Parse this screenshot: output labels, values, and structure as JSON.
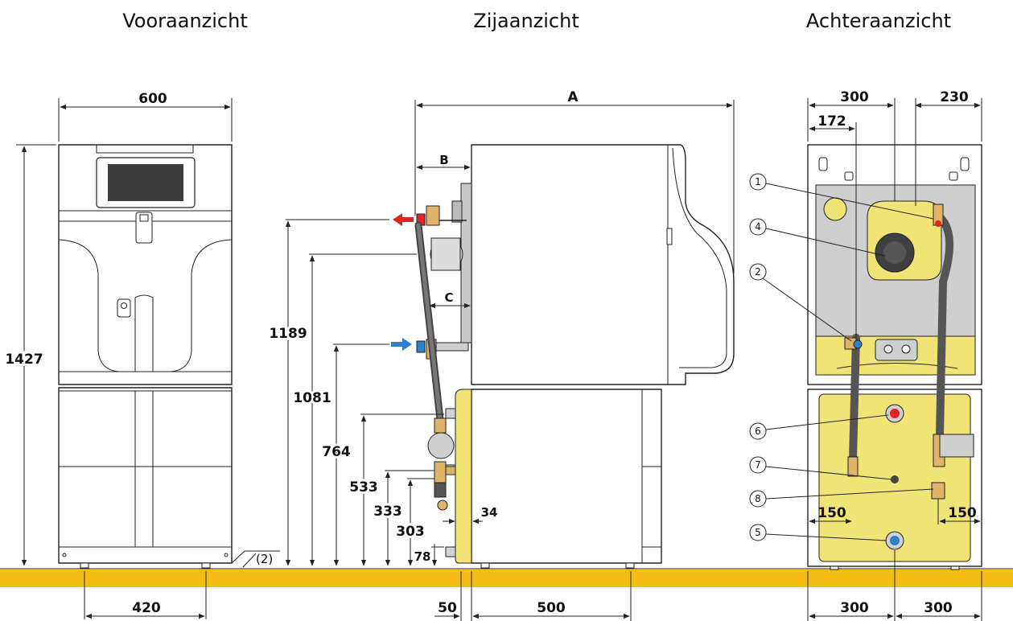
{
  "views": {
    "front": "Vooraanzicht",
    "side": "Zijaanzicht",
    "rear": "Achteraanzicht"
  },
  "front_dims": {
    "width": "600",
    "height": "1427",
    "feet": "420",
    "note": "(2)"
  },
  "side_dims": {
    "depth_total": "A",
    "offset_b": "B",
    "offset_c": "C",
    "h1": "1189",
    "h2": "1081",
    "h3": "764",
    "h4": "533",
    "h5": "333",
    "h6": "303",
    "h7": "78",
    "gap": "34",
    "base_gap": "50",
    "base_depth": "500"
  },
  "rear_dims": {
    "w300": "300",
    "w230": "230",
    "w172": "172",
    "w150_left": "150",
    "w150_right": "150",
    "bottom_left": "300",
    "bottom_right": "300",
    "callouts": [
      "1",
      "4",
      "2",
      "6",
      "7",
      "8",
      "5"
    ]
  },
  "colors": {
    "floor": "#f3bd14",
    "yellow": "#f1e476",
    "grey": "#cfcfcf",
    "hot": "#e02424",
    "cold": "#2f7fd0"
  }
}
